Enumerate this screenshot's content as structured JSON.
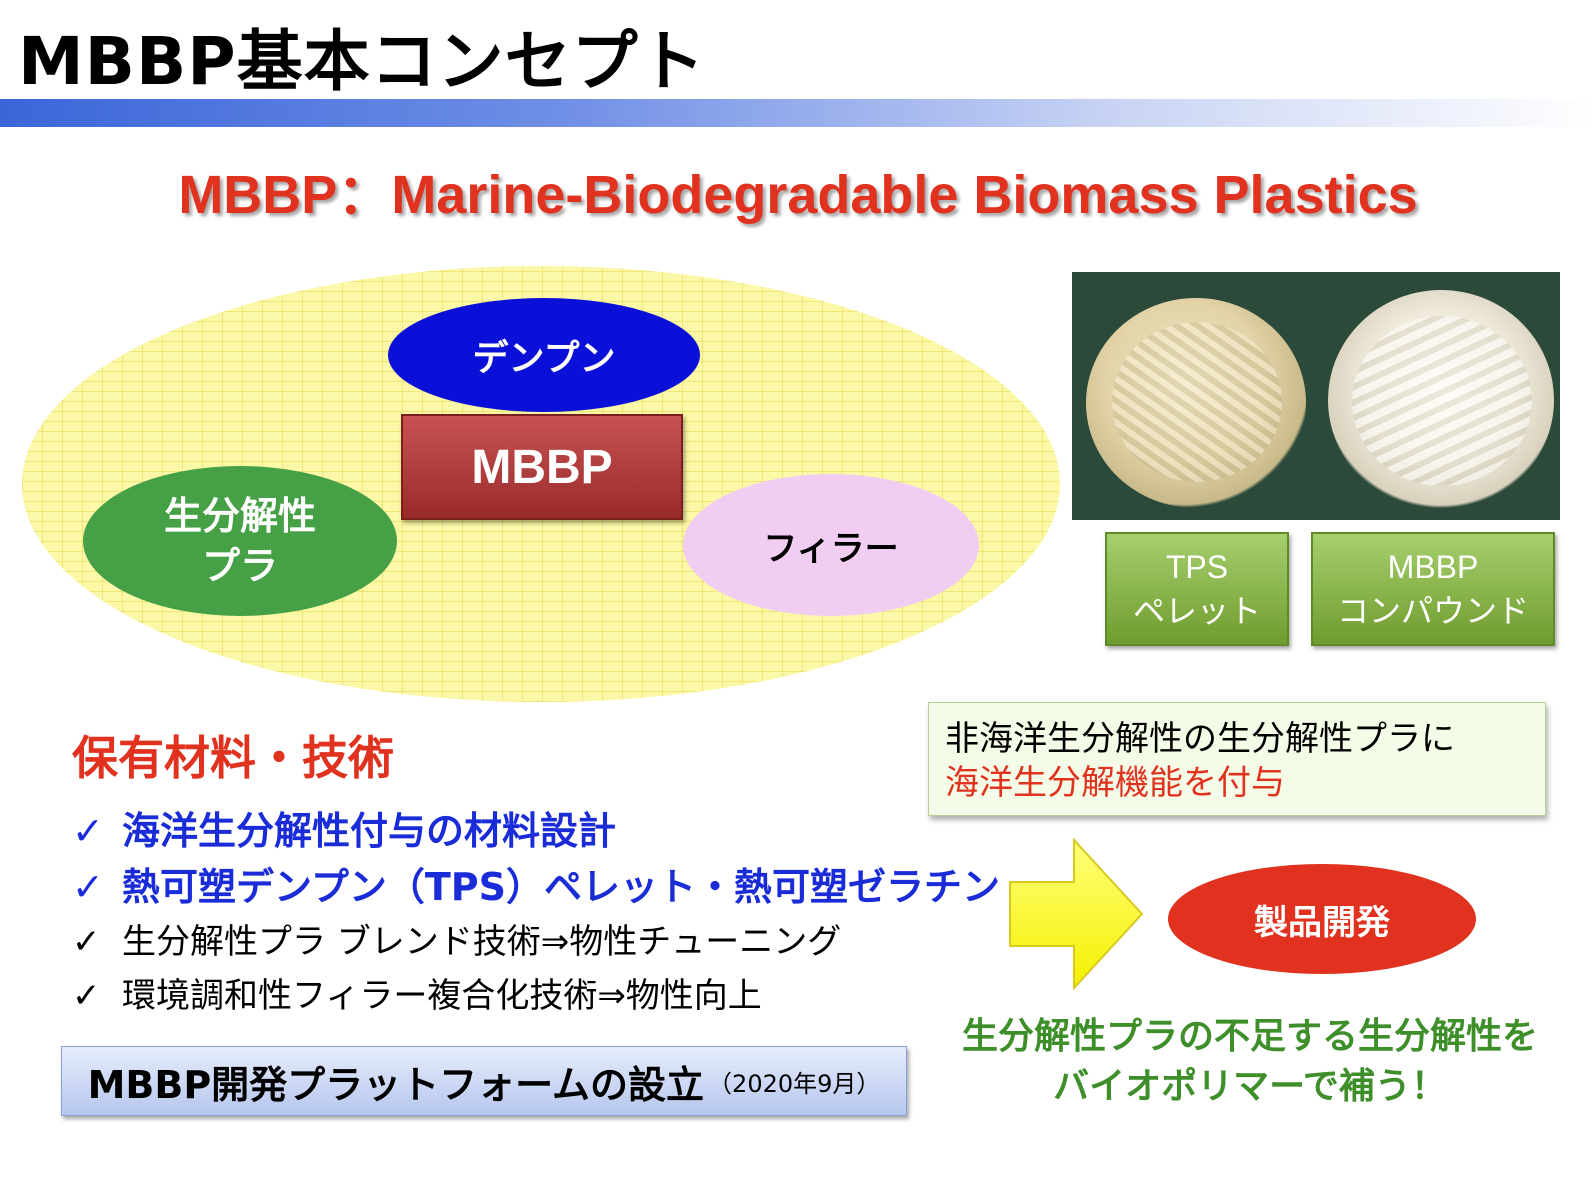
{
  "slide": {
    "title": "MBBP基本コンセプト",
    "subtitle": "MBBP：Marine-Biodegradable Biomass Plastics"
  },
  "diagram": {
    "starch": "デンプン",
    "center": "MBBP",
    "bioplastic_line1": "生分解性",
    "bioplastic_line2": "プラ",
    "filler": "フィラー"
  },
  "photo_labels": {
    "tps_line1": "TPS",
    "tps_line2": "ペレット",
    "mbbp_line1": "MBBP",
    "mbbp_line2": "コンパウンド"
  },
  "materials": {
    "heading": "保有材料・技術",
    "check_mark": "✓",
    "items": [
      "海洋生分解性付与の材料設計",
      "熱可塑デンプン（TPS）ペレット・熱可塑ゼラチン",
      "生分解性プラ ブレンド技術⇒物性チューニング",
      "環境調和性フィラー複合化技術⇒物性向上"
    ]
  },
  "note": {
    "line1": "非海洋生分解性の生分解性プラに",
    "line2": "海洋生分解機能を付与"
  },
  "product": "製品開発",
  "green_note": {
    "line1": "生分解性プラの不足する生分解性を",
    "line2": "バイオポリマーで補う！"
  },
  "platform": {
    "main": "MBBP開発プラットフォームの設立",
    "date": "（2020年9月）"
  },
  "colors": {
    "accent_red": "#e0321e",
    "blue": "#0a10d8",
    "green": "#46a046",
    "pink": "#f2cdf2",
    "yellow": "#fbf8a8"
  }
}
